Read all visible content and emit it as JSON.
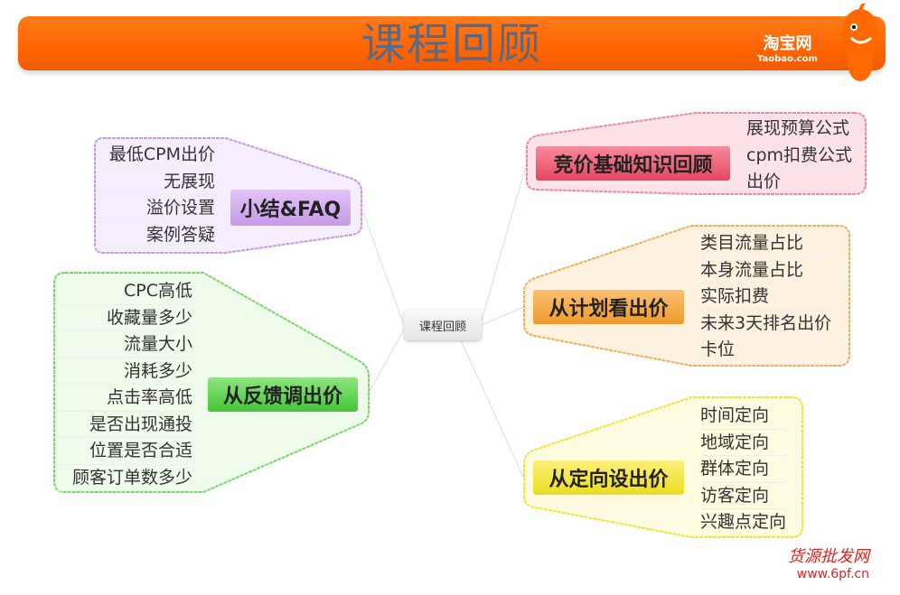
{
  "header": {
    "title": "课程回顾",
    "logo_cn": "淘宝网",
    "logo_en": "Taobao.com"
  },
  "center": {
    "label": "课程回顾"
  },
  "branches": [
    {
      "label": "小结&FAQ",
      "color": "#c79ae8",
      "items": [
        "最低CPM出价",
        "无展现",
        "溢价设置",
        "案例答疑"
      ]
    },
    {
      "label": "从反馈调出价",
      "color": "#55d34a",
      "items": [
        "CPC高低",
        "收藏量多少",
        "流量大小",
        "消耗多少",
        "点击率高低",
        "是否出现通投",
        "位置是否合适",
        "顾客订单数多少"
      ]
    },
    {
      "label": "竞价基础知识回顾",
      "color": "#f0607a",
      "items": [
        "展现预算公式",
        "cpm扣费公式",
        "出价"
      ]
    },
    {
      "label": "从计划看出价",
      "color": "#f4a53c",
      "items": [
        "类目流量占比",
        "本身流量占比",
        "实际扣费",
        "未来3天排名出价",
        "卡位"
      ]
    },
    {
      "label": "从定向设出价",
      "color": "#f2e23a",
      "items": [
        "时间定向",
        "地域定向",
        "群体定向",
        "访客定向",
        "兴趣点定向"
      ]
    }
  ],
  "watermark": {
    "line1": "货源批发网",
    "line2": "www.6pf.cn"
  }
}
